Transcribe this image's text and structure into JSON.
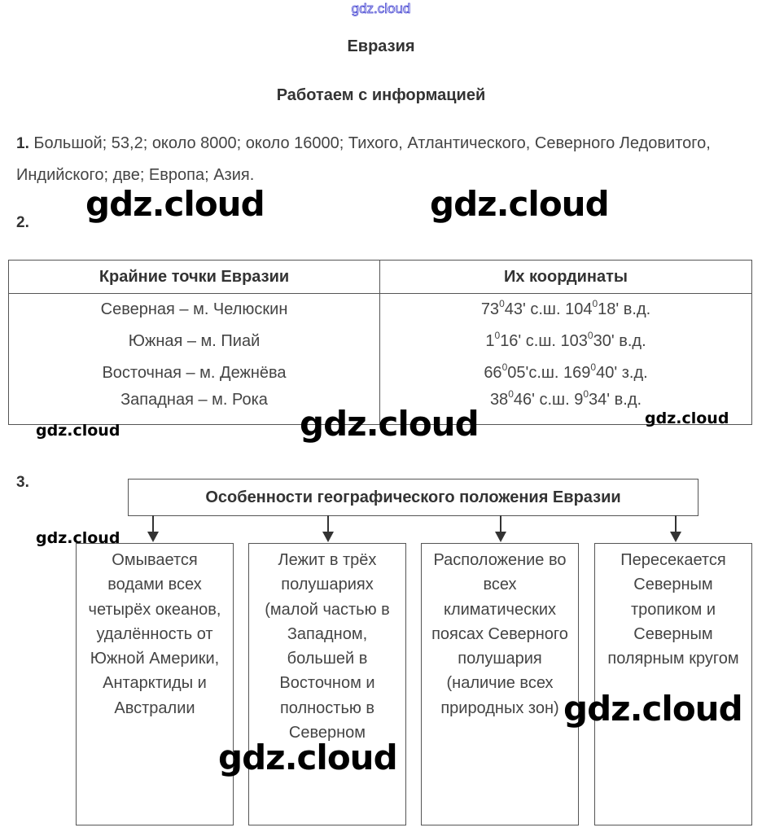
{
  "watermark_top": "gdz.cloud",
  "title": "Евразия",
  "subtitle": "Работаем с информацией",
  "task1": {
    "number": "1.",
    "text": "Большой; 53,2; около 8000; около 16000; Тихого, Атлантического, Северного Ледовитого, Индийского; две; Европа; Азия."
  },
  "task2": {
    "number": "2.",
    "headers": [
      "Крайние точки Евразии",
      "Их координаты"
    ],
    "rows": [
      {
        "point": "Северная – м. Челюскин",
        "coords": [
          [
            "73",
            false
          ],
          [
            "0",
            true
          ],
          [
            "43' с.ш. 104",
            false
          ],
          [
            "0",
            true
          ],
          [
            "18' в.д.",
            false
          ]
        ]
      },
      {
        "point": "Южная – м. Пиай",
        "coords": [
          [
            "1",
            false
          ],
          [
            "0",
            true
          ],
          [
            "16' с.ш. 103",
            false
          ],
          [
            "0",
            true
          ],
          [
            "30' в.д.",
            false
          ]
        ]
      },
      {
        "point": "Восточная – м. Дежнёва",
        "coords": [
          [
            "66",
            false
          ],
          [
            "0",
            true
          ],
          [
            "05'с.ш. 169",
            false
          ],
          [
            "0",
            true
          ],
          [
            "40' з.д.",
            false
          ]
        ]
      },
      {
        "point": "Западная – м. Рока",
        "coords": [
          [
            "38",
            false
          ],
          [
            "0",
            true
          ],
          [
            "46' с.ш. 9",
            false
          ],
          [
            "0",
            true
          ],
          [
            "34' в.д.",
            false
          ]
        ]
      }
    ]
  },
  "task3": {
    "number": "3.",
    "heading": "Особенности географического положения Евразии",
    "boxes": [
      "Омывается водами всех четырёх океанов, удалённость от Южной Америки, Антарктиды и Австралии",
      "Лежит в трёх полушариях (малой частью в Западном, большей в Восточном и полностью в Северном",
      "Расположение во всех климатических поясах Северного полушария (наличие всех природных зон)",
      "Пересекается Северным тропиком и Северным полярным кругом"
    ]
  },
  "watermarks": [
    "gdz.cloud",
    "gdz.cloud",
    "gdz.cloud",
    "gdz.cloud",
    "gdz.cloud",
    "gdz.cloud",
    "gdz.cloud",
    "gdz.cloud"
  ]
}
